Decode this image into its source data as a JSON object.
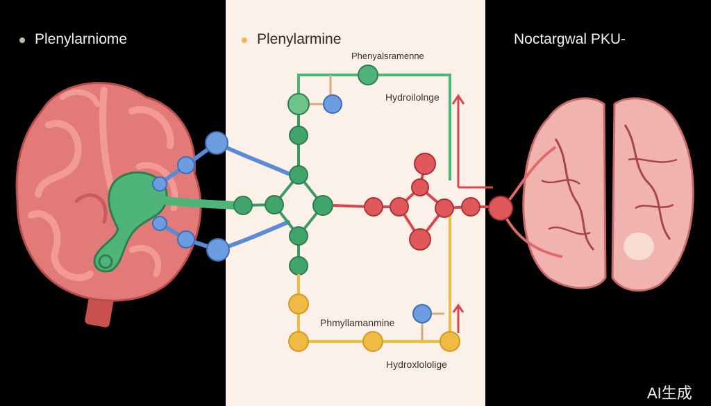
{
  "headings": {
    "left": "Plenylarniome",
    "center": "Plenylarmine",
    "right": "Noctargwal PKU-"
  },
  "labels": {
    "center_top": "Phenyalsramenne",
    "center_upper_right": "Hydroilolnge",
    "center_lower": "Phmyllamanmine",
    "center_bottom": "Hydroxlololige"
  },
  "watermark": "AI生成",
  "colors": {
    "center_background": "#fbf1e8",
    "brain_pink": "#e07a78",
    "green_molecule": "#3fa56a",
    "blue_atom": "#6b9de0",
    "red_molecule": "#d9464c",
    "yellow_molecule": "#f0bb44",
    "bullet_left": "#c8b8a8",
    "bullet_center": "#f0b84c"
  }
}
